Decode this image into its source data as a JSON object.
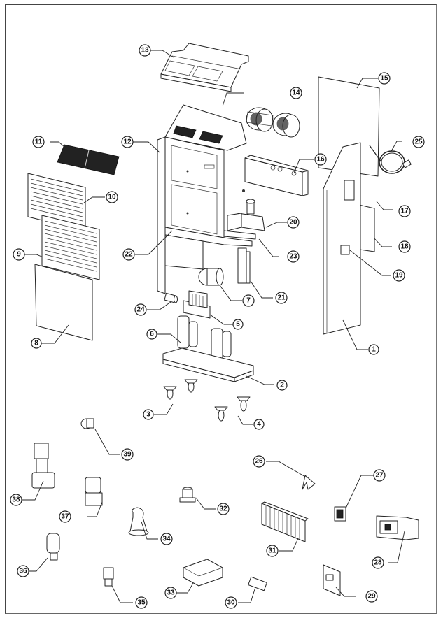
{
  "diagram": {
    "type": "exploded-parts-view",
    "subject": "portable air conditioner / dehumidifier unit",
    "callouts": [
      {
        "id": "callout-1",
        "label": "1"
      },
      {
        "id": "callout-2",
        "label": "2"
      },
      {
        "id": "callout-3",
        "label": "3"
      },
      {
        "id": "callout-4",
        "label": "4"
      },
      {
        "id": "callout-5",
        "label": "5"
      },
      {
        "id": "callout-6",
        "label": "6"
      },
      {
        "id": "callout-7",
        "label": "7"
      },
      {
        "id": "callout-8",
        "label": "8"
      },
      {
        "id": "callout-9",
        "label": "9"
      },
      {
        "id": "callout-10",
        "label": "10"
      },
      {
        "id": "callout-11",
        "label": "11"
      },
      {
        "id": "callout-12",
        "label": "12"
      },
      {
        "id": "callout-13",
        "label": "13"
      },
      {
        "id": "callout-14",
        "label": "14"
      },
      {
        "id": "callout-15",
        "label": "15"
      },
      {
        "id": "callout-16",
        "label": "16"
      },
      {
        "id": "callout-17",
        "label": "17"
      },
      {
        "id": "callout-18",
        "label": "18"
      },
      {
        "id": "callout-19",
        "label": "19"
      },
      {
        "id": "callout-20",
        "label": "20"
      },
      {
        "id": "callout-21",
        "label": "21"
      },
      {
        "id": "callout-22",
        "label": "22"
      },
      {
        "id": "callout-23",
        "label": "23"
      },
      {
        "id": "callout-24",
        "label": "24"
      },
      {
        "id": "callout-25",
        "label": "25"
      },
      {
        "id": "callout-26",
        "label": "26"
      },
      {
        "id": "callout-27",
        "label": "27"
      },
      {
        "id": "callout-28",
        "label": "28"
      },
      {
        "id": "callout-29",
        "label": "29"
      },
      {
        "id": "callout-30",
        "label": "30"
      },
      {
        "id": "callout-31",
        "label": "31"
      },
      {
        "id": "callout-32",
        "label": "32"
      },
      {
        "id": "callout-33",
        "label": "33"
      },
      {
        "id": "callout-34",
        "label": "34"
      },
      {
        "id": "callout-35",
        "label": "35"
      },
      {
        "id": "callout-36",
        "label": "36"
      },
      {
        "id": "callout-37",
        "label": "37"
      },
      {
        "id": "callout-38",
        "label": "38"
      },
      {
        "id": "callout-39",
        "label": "39"
      }
    ]
  }
}
